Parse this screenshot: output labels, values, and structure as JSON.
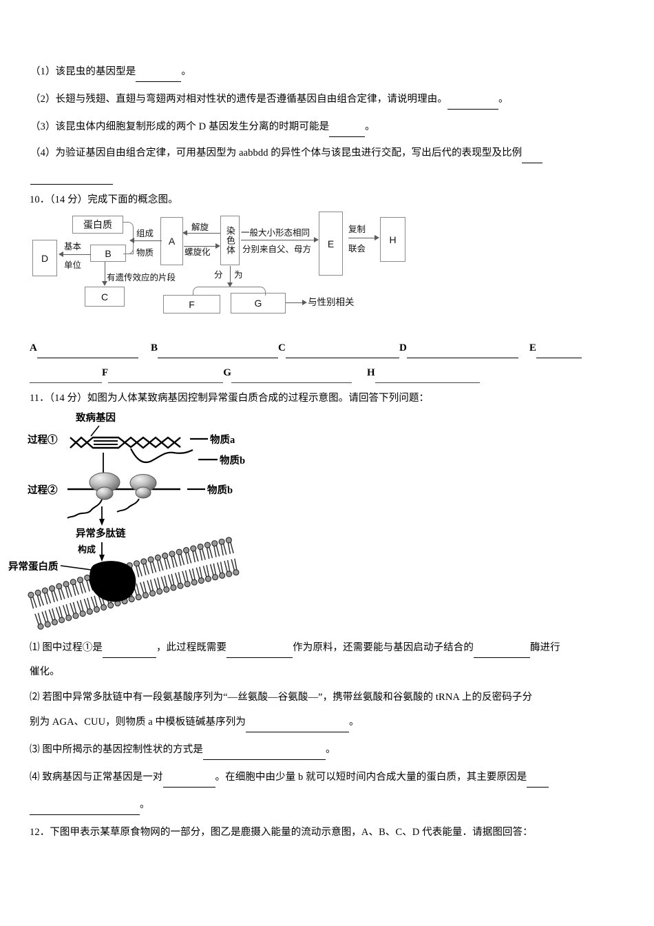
{
  "document": {
    "language": "zh-CN",
    "type": "exam-paper-biology"
  },
  "q9_parts": {
    "p1": "（1）该昆虫的基因型是",
    "p1_end": "。",
    "p2": "（2）长翅与残翅、直翅与弯翅两对相对性状的遗传是否遵循基因自由组合定律，请说明理由。",
    "p2_end": "。",
    "p3": "（3）该昆虫体内细胞复制形成的两个 D 基因发生分离的时期可能是",
    "p3_end": "。",
    "p4": "（4）为验证基因自由组合定律，可用基因型为 aabbdd 的异性个体与该昆虫进行交配，写出后代的表现型及比例"
  },
  "q10": {
    "number": "10．",
    "score": "（14 分）",
    "stem": "完成下面的概念图。",
    "diagram": {
      "boxes": [
        {
          "id": "protein",
          "label": "蛋白质"
        },
        {
          "id": "D",
          "label": "D"
        },
        {
          "id": "B",
          "label": "B"
        },
        {
          "id": "C",
          "label": "C"
        },
        {
          "id": "A",
          "label": "A"
        },
        {
          "id": "chromosome",
          "label": "染色体"
        },
        {
          "id": "E",
          "label": "E"
        },
        {
          "id": "H",
          "label": "H"
        },
        {
          "id": "F",
          "label": "F"
        },
        {
          "id": "G",
          "label": "G"
        }
      ],
      "edge_labels": {
        "basic_unit_1": "基本",
        "basic_unit_2": "单位",
        "compose_1": "组成",
        "compose_2": "物质",
        "genetic_segment": "有遗传效应的片段",
        "unwind": "解旋",
        "spiralize": "螺旋化",
        "same_size_shape": "一般大小形态相同",
        "from_parents": "分别来自父、母方",
        "divided_1": "分",
        "divided_2": "为",
        "replicate": "复制",
        "synapsis": "联会",
        "sex_related": "与性别相关"
      }
    },
    "answer_row1": [
      "A",
      "B",
      "C",
      "D",
      "E"
    ],
    "answer_row2": [
      "F",
      "G",
      "H"
    ]
  },
  "q11": {
    "number": "11．",
    "score": "（14 分）",
    "stem": "如图为人体某致病基因控制异常蛋白质合成的过程示意图。请回答下列问题：",
    "diagram": {
      "labels": {
        "disease_gene": "致病基因",
        "process1": "过程①",
        "process2": "过程②",
        "substance_a": "物质a",
        "substance_b_top": "物质b",
        "substance_b_mid": "物质b",
        "abnormal_peptide": "异常多肽链",
        "constitute": "构成",
        "abnormal_protein": "异常蛋白质"
      }
    },
    "sub1_a": "⑴ 图中过程①是",
    "sub1_b": "，此过程既需要",
    "sub1_c": "作为原料，还需要能与基因启动子结合的",
    "sub1_d": "酶进行",
    "sub1_e": "催化。",
    "sub2_a": "⑵ 若图中异常多肽链中有一段氨基酸序列为“—丝氨酸—谷氨酸—”，携带丝氨酸和谷氨酸的 tRNA 上的反密码子分",
    "sub2_b": "别为 AGA、CUU，则物质 a 中模板链碱基序列为",
    "sub2_c": "。",
    "sub3_a": "⑶ 图中所揭示的基因控制性状的方式是",
    "sub3_b": "。",
    "sub4_a": "⑷ 致病基因与正常基因是一对",
    "sub4_b": "。在细胞中由少量 b 就可以短时间内合成大量的蛋白质，其主要原因是",
    "sub4_c": "。"
  },
  "q12": {
    "number": "12．",
    "stem": "下图甲表示某草原食物网的一部分，图乙是鹿摄入能量的流动示意图，A、B、C、D 代表能量．请据图回答："
  },
  "colors": {
    "text": "#000000",
    "diagram_stroke": "#5b5b5b",
    "box_border": "#8a8a8a",
    "protein_fill": "#000000",
    "membrane_head": "#9a9a9a"
  }
}
